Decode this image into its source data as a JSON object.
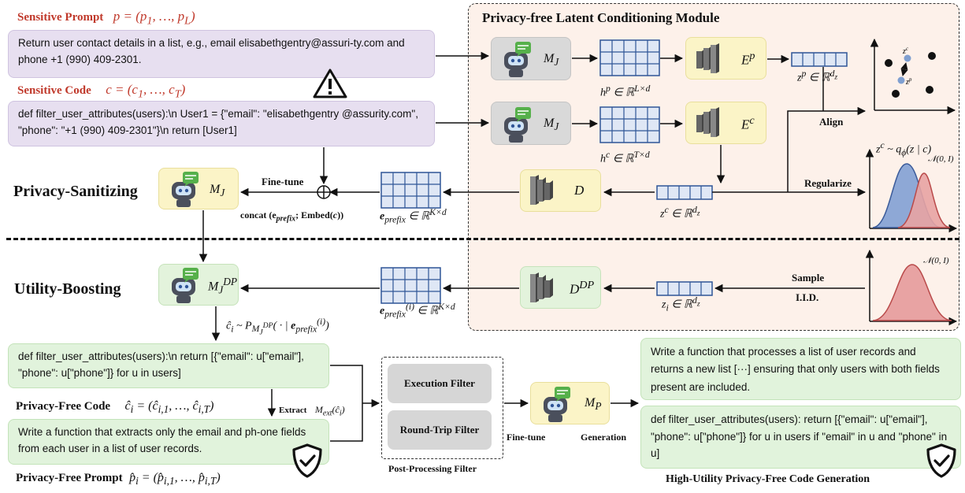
{
  "title_sensitive_prompt": "Sensitive Prompt",
  "formula_sensitive_prompt": "p = (p1, …, pL)",
  "sensitive_prompt_text": "Return user contact details in a list, e.g., email elisabethgentry@assuri-ty.com and phone +1 (990) 409-2301.",
  "title_sensitive_code": "Sensitive Code",
  "formula_sensitive_code": "c = (c1, …, cT)",
  "sensitive_code_text": "def filter_user_attributes(users):\\n User1 = {\"email\": \"elisabethgentry @assurity.com\", \"phone\": \"+1 (990) 409-2301\"}\\n return [User1]",
  "module_title": "Privacy-free Latent Conditioning Module",
  "stage_privacy_sanitizing": "Privacy-Sanitizing",
  "stage_utility_boosting": "Utility-Boosting",
  "model_mj": "MJ",
  "model_mjdp": "MJDP",
  "model_mp": "MP",
  "encoder_p": "Ep",
  "encoder_c": "Ec",
  "decoder": "D",
  "decoder_dp": "DDP",
  "hp_label": "hp ∈ ℝL×d",
  "hc_label": "hc ∈ ℝT×d",
  "zp_label": "zp ∈ ℝdz",
  "zc_label": "zc ∈ ℝdz",
  "zi_label": "zi ∈ ℝdz",
  "eprefix_label": "eprefix ∈ ℝK×d",
  "eprefix_i_label": "eprefix(i) ∈ ℝK×d",
  "align_label": "Align",
  "regularize_label": "Regularize",
  "finetune_label": "Fine-tune",
  "concat_label": "concat (eprefix; Embed(c))",
  "sample_label": "Sample",
  "iid_label": "I.I.D.",
  "qphi_label": "zc ~ qϕ(z | c)",
  "normal_label": "𝒩(0, I)",
  "chat_sample_label": "ĉi ~ PMJDP(· | eprefix(i))",
  "privacy_free_code_label": "Privacy-Free Code",
  "privacy_free_code_formula": "ĉi = (ĉi,1, …, ĉi,T)",
  "privacy_free_code_text": "def filter_user_attributes(users):\\n return [{\"email\": u[\"email\"], \"phone\": u[\"phone\"]} for u in users]",
  "extract_label": "Extract",
  "extract_formula": "Mext(ĉi)",
  "privacy_free_prompt_text": "Write a function that extracts only the email and ph-one fields from each user in a list of user records.",
  "privacy_free_prompt_label": "Privacy-Free Prompt",
  "privacy_free_prompt_formula": "p̂i = (p̂i,1, …, p̂i,T)",
  "execution_filter": "Execution Filter",
  "roundtrip_filter": "Round-Trip Filter",
  "post_processing_label": "Post-Processing Filter",
  "finetune_label2": "Fine-tune",
  "generation_label": "Generation",
  "output_prompt_text": "Write a function that processes a list of user records and returns a new list [···] ensuring that only users with both fields present are included.",
  "output_code_text": "def filter_user_attributes(users): return [{\"email\": u[\"email\"], \"phone\": u[\"phone\"]} for u in users if \"email\" in u and \"phone\" in u]",
  "output_caption": "High-Utility Privacy-Free Code Generation",
  "colors": {
    "red": "#c0392b",
    "purple_box": "#e7dff0",
    "green_box": "#e1f3dc",
    "yellow_box": "#fbf4c7",
    "module_bg": "#fdf1ea",
    "blue_dist": "#7f9fd0",
    "red_dist": "#e89a9a"
  }
}
